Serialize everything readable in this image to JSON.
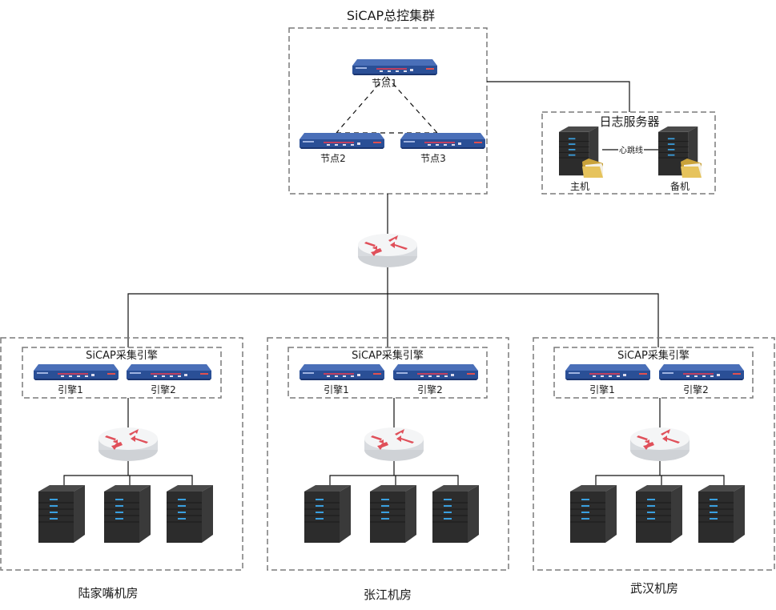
{
  "title": "SiCAP总控集群",
  "control_cluster": {
    "label": "SiCAP总控集群",
    "nodes": [
      {
        "label": "节点1"
      },
      {
        "label": "节点2"
      },
      {
        "label": "节点3"
      }
    ]
  },
  "log_server": {
    "label": "日志服务器",
    "primary": "主机",
    "backup": "备机",
    "heartbeat": "心跳线"
  },
  "datacenters": [
    {
      "name": "陆家嘴机房",
      "engine_group": "SiCAP采集引擎",
      "engines": [
        "引擎1",
        "引擎2"
      ],
      "server_count": 3
    },
    {
      "name": "张江机房",
      "engine_group": "SiCAP采集引擎",
      "engines": [
        "引擎1",
        "引擎2"
      ],
      "server_count": 3
    },
    {
      "name": "武汉机房",
      "engine_group": "SiCAP采集引擎",
      "engines": [
        "引擎1",
        "引擎2"
      ],
      "server_count": 3
    }
  ],
  "colors": {
    "switch_body": "#2a4f96",
    "router_arrow": "#e0505a",
    "server_body": "#2f2f2f",
    "server_led": "#3aa0e0",
    "folder": "#e6c35c",
    "dashed_border": "#7a7a7a"
  }
}
